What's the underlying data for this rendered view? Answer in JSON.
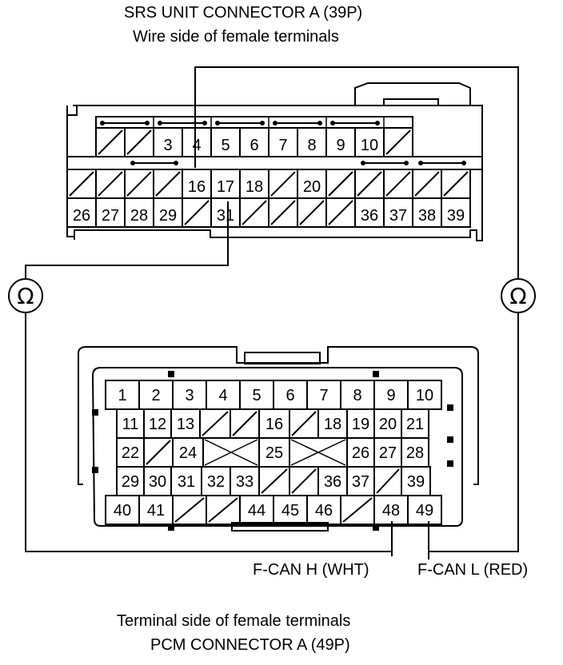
{
  "srs": {
    "title": "SRS UNIT CONNECTOR A (39P)",
    "subtitle": "Wire side of female terminals",
    "row1": [
      "",
      "",
      "3",
      "4",
      "5",
      "6",
      "7",
      "8",
      "9",
      "10",
      ""
    ],
    "row2": [
      "",
      "",
      "",
      "",
      "16",
      "17",
      "18",
      "",
      "20",
      "",
      "",
      "",
      "",
      "",
      ""
    ],
    "row3": [
      "26",
      "27",
      "28",
      "29",
      "",
      "31",
      "",
      "",
      "",
      "",
      "36",
      "37",
      "38",
      "39"
    ]
  },
  "pcm": {
    "title": "PCM CONNECTOR A (49P)",
    "subtitle": "Terminal side of female terminals",
    "row1": [
      "1",
      "2",
      "3",
      "4",
      "5",
      "6",
      "7",
      "8",
      "9",
      "10"
    ],
    "row2": [
      "11",
      "12",
      "13",
      "",
      "16",
      "",
      "18",
      "19",
      "20",
      "21"
    ],
    "row3": [
      "22",
      "",
      "24",
      "25",
      "26",
      "27",
      "28"
    ],
    "row4": [
      "29",
      "30",
      "31",
      "32",
      "33",
      "",
      "36",
      "37",
      "",
      "39"
    ],
    "row5": [
      "40",
      "41",
      "",
      "",
      "44",
      "45",
      "46",
      "",
      "48",
      "49"
    ]
  },
  "meters": {
    "symbol": "Ω"
  },
  "wires": {
    "fcan_h": "F-CAN H (WHT)",
    "fcan_l": "F-CAN L (RED)"
  }
}
